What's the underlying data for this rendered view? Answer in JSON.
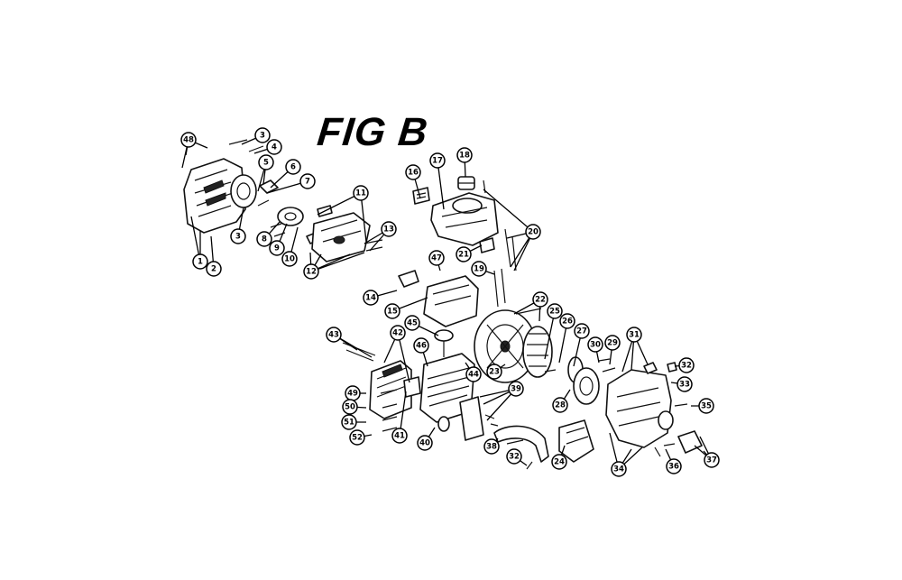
{
  "figure": {
    "title": "FIG B"
  },
  "callouts": [
    "48",
    "3",
    "4",
    "5",
    "6",
    "7",
    "11",
    "1",
    "2",
    "3",
    "8",
    "9",
    "10",
    "12",
    "13",
    "16",
    "17",
    "18",
    "20",
    "21",
    "19",
    "47",
    "14",
    "15",
    "22",
    "45",
    "25",
    "26",
    "27",
    "43",
    "42",
    "46",
    "23",
    "30",
    "29",
    "31",
    "32",
    "44",
    "33",
    "49",
    "39",
    "50",
    "28",
    "35",
    "51",
    "41",
    "40",
    "38",
    "52",
    "32",
    "24",
    "34",
    "36",
    "37"
  ]
}
